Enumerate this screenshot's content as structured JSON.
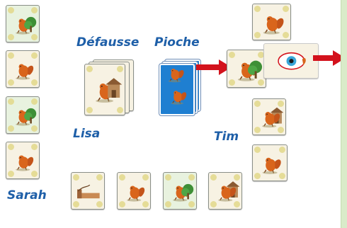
{
  "labels": {
    "discard": "Défausse",
    "draw": "Pioche",
    "lisa": "Lisa",
    "tim": "Tim",
    "sarah": "Sarah"
  },
  "colors": {
    "label": "#1e5fa8",
    "card_back": "#1f7fd1",
    "arrow": "#d3121c",
    "squirrel": "#d9651c",
    "tree": "#3e8f36"
  },
  "icons": {
    "card_art": "squirrel-icon",
    "card_back_art": "squirrel-icon",
    "arrow": "arrow-right-icon"
  }
}
